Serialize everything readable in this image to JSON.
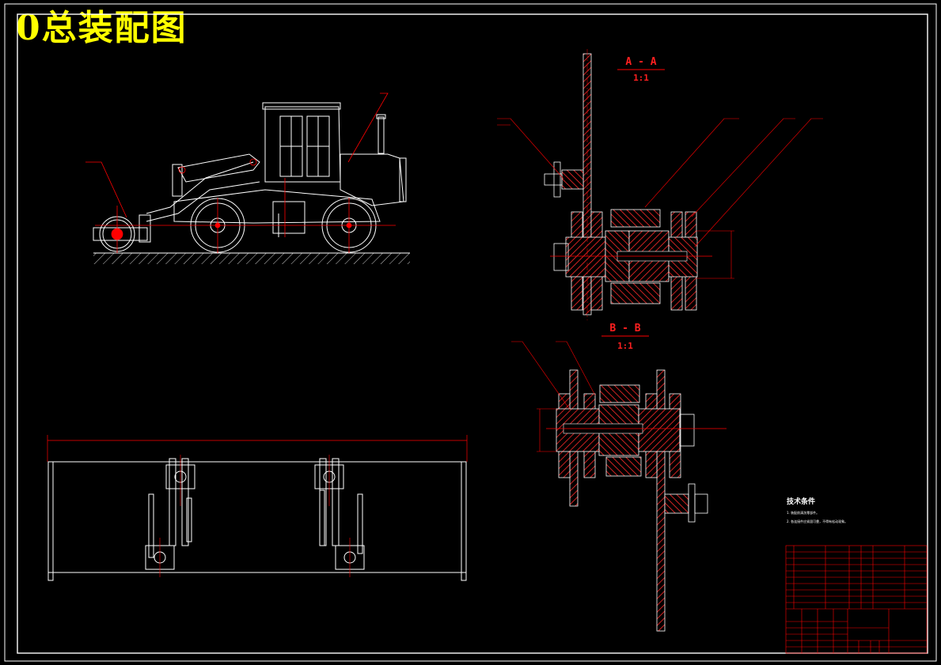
{
  "drawing": {
    "title": "0总装配图",
    "section_aa": {
      "label": "A - A",
      "scale": "1:1"
    },
    "section_bb": {
      "label": "B - B",
      "scale": "1:1"
    },
    "technical_requirements": {
      "heading": "技术条件",
      "lines": [
        "1. 装配前清洗零部件。",
        "2. 各连接件应紧固可靠，不得有松动现象。"
      ]
    }
  },
  "colors": {
    "background": "#000000",
    "outline": "#ffffff",
    "annotation": "#ff0000",
    "title": "#ffff00",
    "hatch": "#ff2a2a",
    "centerline": "#ff0000"
  }
}
